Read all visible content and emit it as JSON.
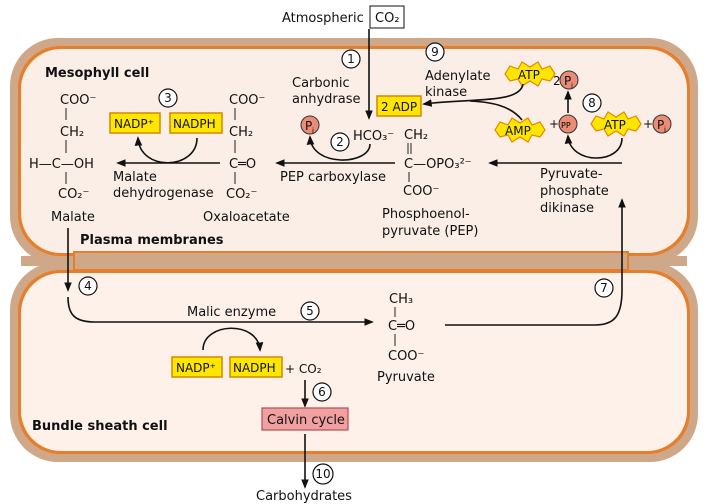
{
  "labels": {
    "atmospheric": "Atmospheric",
    "co2_box": "CO₂",
    "mesophyll": "Mesophyll cell",
    "plasma_membranes": "Plasma membranes",
    "bundle_sheath": "Bundle sheath cell",
    "carbonic": "Carbonic",
    "anhydrase": "anhydrase",
    "adenylate": "Adenylate",
    "kinase": "kinase",
    "malate_dh_1": "Malate",
    "malate_dh_2": "dehydrogenase",
    "pep_carboxylase": "PEP carboxylase",
    "ppdk_1": "Pyruvate-",
    "ppdk_2": "phosphate",
    "ppdk_3": "dikinase",
    "malic_enzyme": "Malic enzyme",
    "carbohydrates": "Carbohydrates"
  },
  "molecules": {
    "malate": {
      "top": "COO⁻",
      "mid": "CH₂",
      "center": "H—C—OH",
      "bottom": "CO₂⁻",
      "name": "Malate"
    },
    "oxaloacetate": {
      "top": "COO⁻",
      "mid": "CH₂",
      "center": "C═O",
      "bottom": "CO₂⁻",
      "name": "Oxaloacetate"
    },
    "pep": {
      "top": "CH₂",
      "center": "C—OPO₃²⁻",
      "bottom": "COO⁻",
      "name1": "Phosphoenol-",
      "name2": "pyruvate (PEP)"
    },
    "pyruvate": {
      "top": "CH₃",
      "center": "C═O",
      "bottom": "COO⁻",
      "name": "Pyruvate"
    },
    "hco3": "HCO₃⁻"
  },
  "cofactors": {
    "nadp_top": "NADP⁺",
    "nadph_top": "NADPH",
    "adp": "2 ADP",
    "atp1": "ATP",
    "amp": "AMP",
    "atp2": "ATP",
    "pi": "P",
    "pi_sub": "i",
    "ppi": "PP",
    "two": "2",
    "plus": "+",
    "nadp_bottom": "NADP⁺",
    "nadph_bottom": "NADPH",
    "plus_co2": "+ CO₂",
    "calvin": "Calvin cycle"
  },
  "steps": [
    "1",
    "2",
    "3",
    "4",
    "5",
    "6",
    "7",
    "8",
    "9",
    "10"
  ],
  "colors": {
    "cell_wall": "#cfa88a",
    "membrane": "#e57f2c",
    "cytoplasm": "#fbeee6",
    "cofactor_box": "#ffe600",
    "calvin_box": "#f0a0a0",
    "phosphate": "#ea8c76"
  }
}
